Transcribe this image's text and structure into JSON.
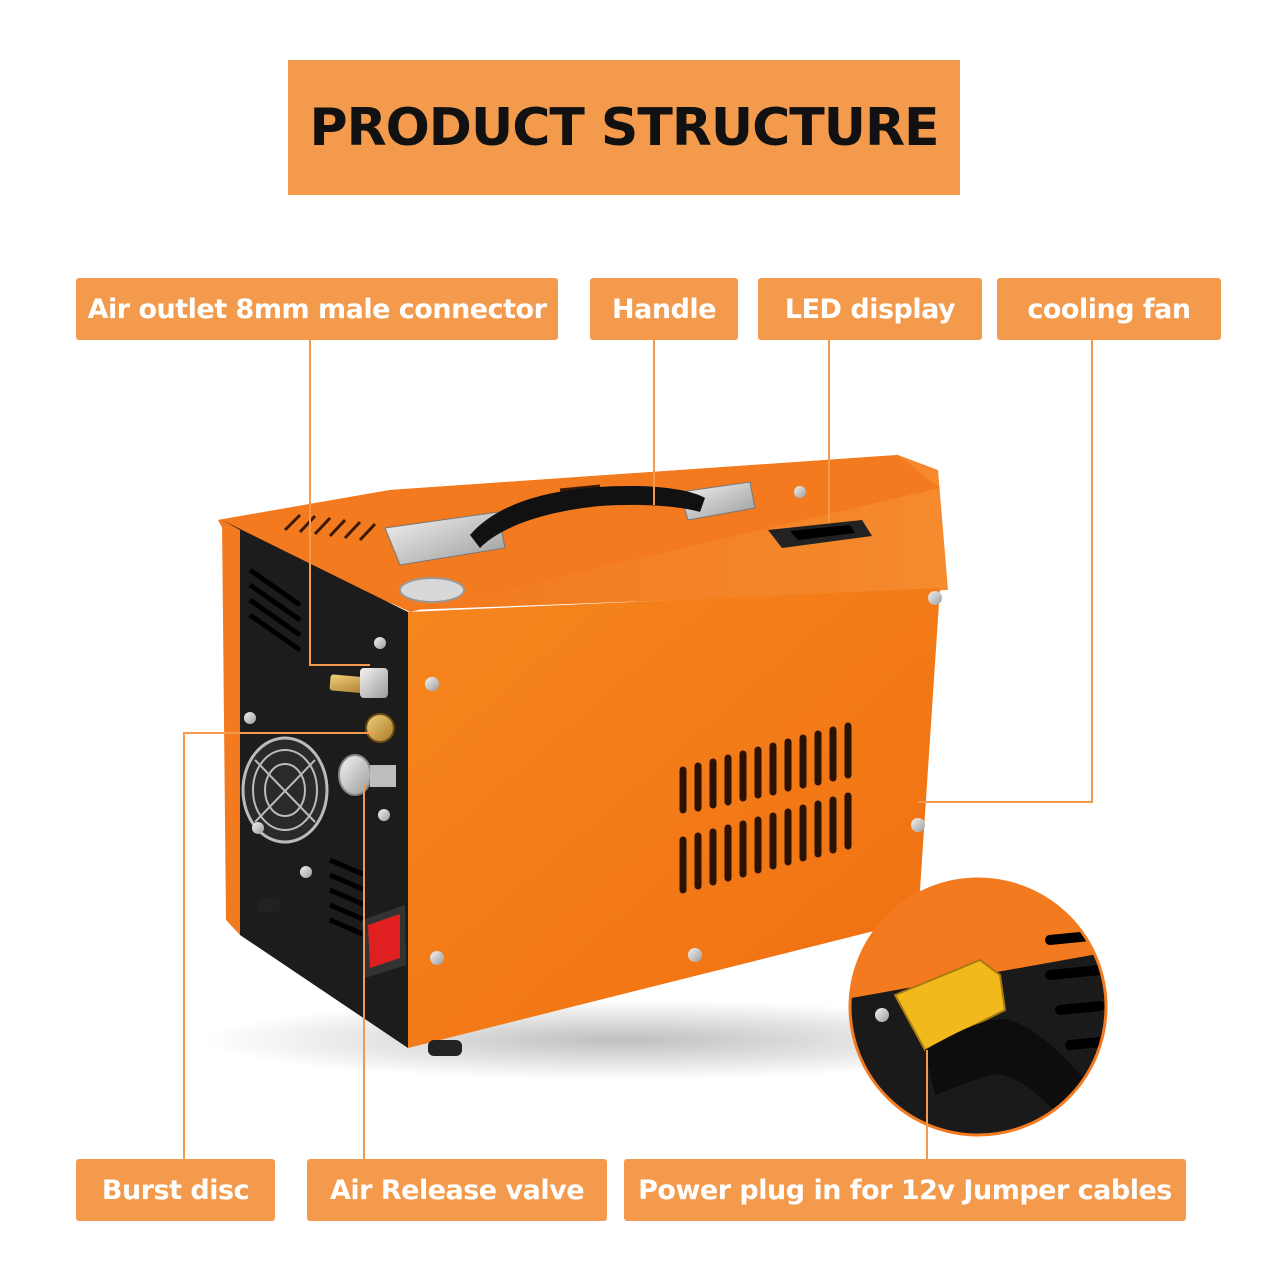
{
  "title": "PRODUCT STRUCTURE",
  "labels": {
    "air_outlet": "Air outlet 8mm male connector",
    "handle": "Handle",
    "led_display": "LED display",
    "cooling_fan": "cooling fan",
    "burst_disc": "Burst disc",
    "air_release_valve": "Air Release valve",
    "power_plug": "Power plug in for 12v Jumper cables"
  },
  "colors": {
    "label_background": "#f39a4d",
    "body_orange": "#f47a1f",
    "panel_black": "#1c1c1c",
    "plug_yellow": "#f2b91c"
  }
}
